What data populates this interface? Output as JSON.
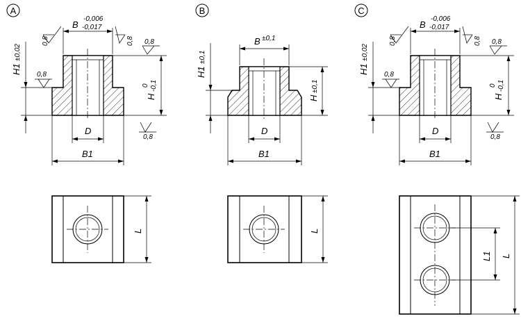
{
  "views": [
    {
      "id": "A",
      "label": "A",
      "dims": {
        "B": "B",
        "B_tol_upper": "-0,006",
        "B_tol_lower": "-0,017",
        "H1": "H1",
        "H1_tol": "±0,02",
        "H": "H",
        "H_tol_upper": "0",
        "H_tol_lower": "-0,1",
        "D": "D",
        "B1": "B1",
        "L": "L"
      },
      "roughness": [
        "0,8",
        "0,8",
        "0,8",
        "0,8",
        "0,8"
      ]
    },
    {
      "id": "B",
      "label": "B",
      "dims": {
        "B": "B",
        "B_tol": "±0,1",
        "H1": "H1",
        "H1_tol": "±0,1",
        "H": "H",
        "H_tol": "±0,1",
        "D": "D",
        "B1": "B1",
        "L": "L"
      }
    },
    {
      "id": "C",
      "label": "C",
      "dims": {
        "B": "B",
        "B_tol_upper": "-0,006",
        "B_tol_lower": "-0,017",
        "H1": "H1",
        "H1_tol": "±0,02",
        "H": "H",
        "H_tol_upper": "0",
        "H_tol_lower": "-0,1",
        "D": "D",
        "B1": "B1",
        "L": "L",
        "L1": "L1"
      },
      "roughness": [
        "0,8",
        "0,8",
        "0,8",
        "0,8",
        "0,8"
      ]
    }
  ]
}
